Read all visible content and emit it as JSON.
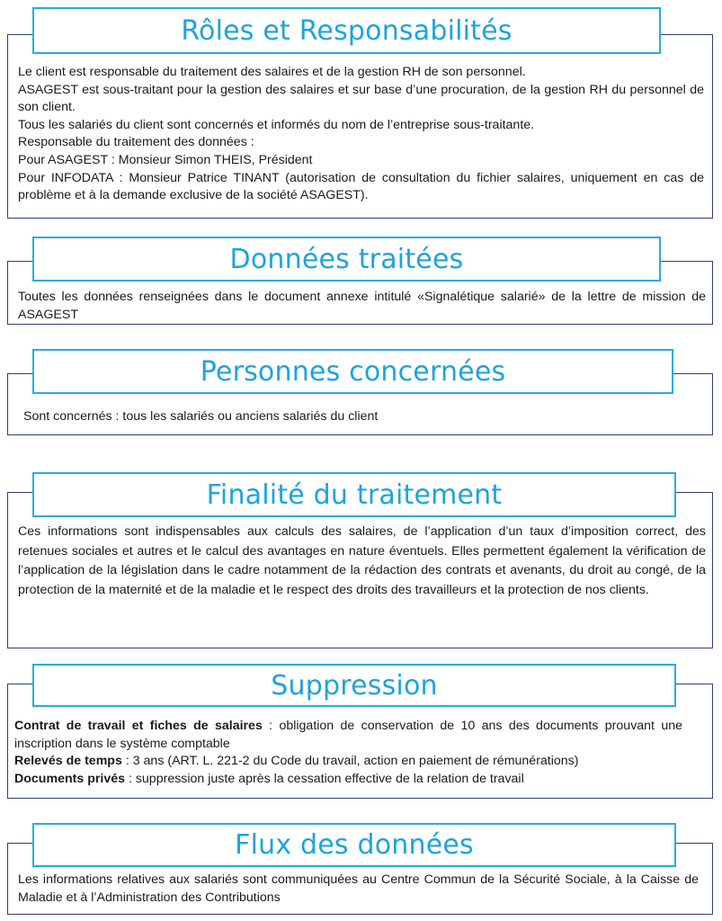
{
  "roles": {
    "title": "Rôles et Responsabilités",
    "lines": [
      "Le client est responsable du traitement des salaires et de la gestion RH de son personnel.",
      "ASAGEST est sous-traitant pour la gestion des salaires et sur base d’une procuration, de la gestion RH du personnel de son client.",
      "Tous les salariés du client sont concernés et informés du nom de l’entreprise sous-traitante.",
      "Responsable du traitement des données :",
      "Pour ASAGEST : Monsieur Simon THEIS, Président",
      "Pour INFODATA : Monsieur Patrice TINANT (autorisation de consultation du fichier salaires, uniquement en cas de problème et à la demande exclusive de la société ASAGEST)."
    ]
  },
  "donnees": {
    "title": "Données traitées",
    "text": "Toutes les données renseignées dans le document annexe intitulé «Signalétique salarié» de la lettre de mission de ASAGEST"
  },
  "personnes": {
    "title": "Personnes concernées",
    "text": "Sont concernés : tous les salariés ou anciens salariés du client"
  },
  "finalite": {
    "title": "Finalité du traitement",
    "text": "Ces informations sont indispensables aux calculs des salaires, de l’application d’un taux d’imposition correct, des retenues sociales et autres et le calcul des avantages en nature éventuels. Elles permettent également la vérification de l’application de la législation dans le cadre notamment de la rédaction des contrats et avenants, du droit au congé, de la protection de la maternité et de la maladie et le respect des droits des travailleurs et la protection de nos clients."
  },
  "suppression": {
    "title": "Suppression",
    "items": [
      {
        "label": "Contrat de travail et fiches de salaires",
        "text": " : obligation de conservation de 10 ans des documents prouvant une inscription dans le système comptable"
      },
      {
        "label": "Relevés de temps",
        "text": " : 3 ans (ART. L. 221-2 du Code du travail, action en paiement de rémunérations)"
      },
      {
        "label": "Documents privés",
        "text": " : suppression juste après la cessation effective de la relation de travail"
      }
    ]
  },
  "flux": {
    "title": "Flux des données",
    "text": "Les informations relatives aux salariés sont communiquées au Centre Commun de la Sécurité Sociale, à la Caisse de Maladie et à l’Administration des Contributions"
  }
}
